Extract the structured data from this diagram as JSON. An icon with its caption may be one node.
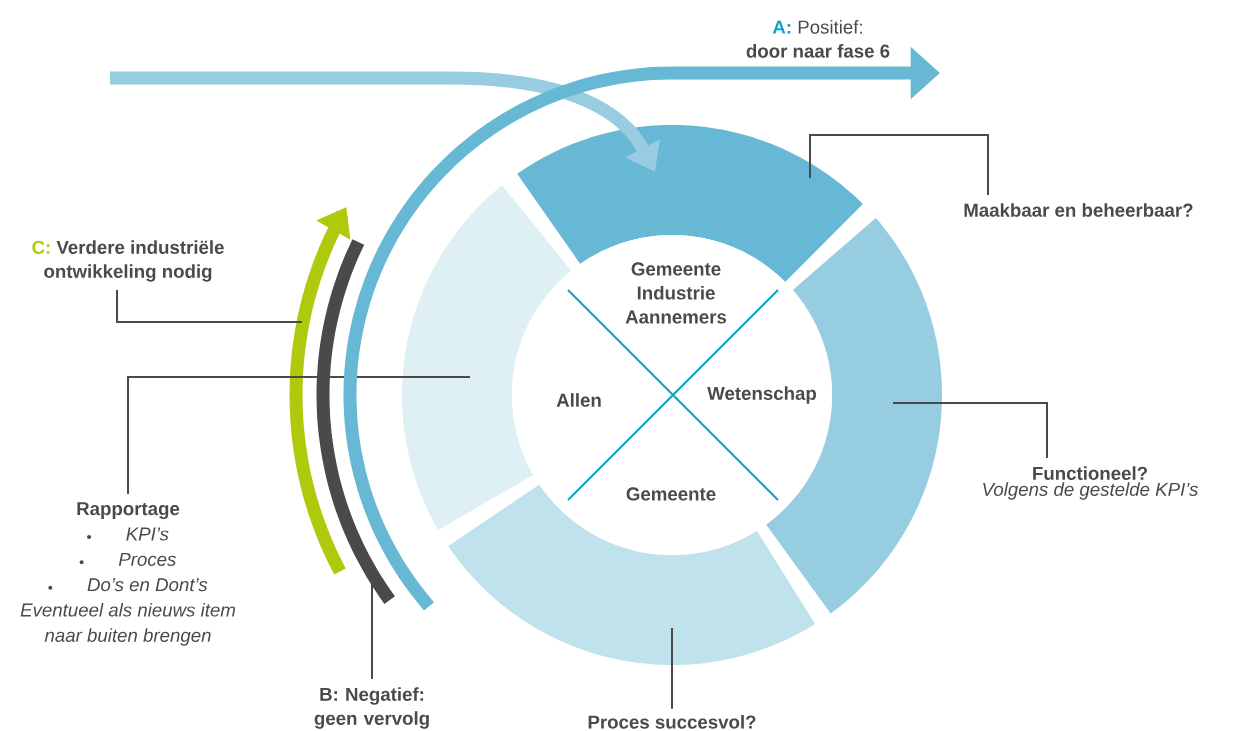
{
  "diagram": {
    "nodes": [
      {
        "text": [],
        "shape": "band"
      },
      {
        "text": [],
        "shape": "band"
      },
      {
        "text": [],
        "shape": "band"
      },
      {
        "text": [],
        "shape": "band"
      },
      {
        "text": [
          "Gemeente Industrie Aannemers",
          "Allen",
          "Wetenschap",
          "Gemeente"
        ]
      },
      {
        "text": [
          "Maakbaar en beheerbaar?"
        ]
      },
      {
        "text": [
          "Functioneel?",
          "Volgens de gestelde KPI’s"
        ]
      },
      {
        "text": [
          "Proces succesvol?"
        ]
      },
      {
        "text": [
          "Rapportage",
          "KPI’s",
          "Proces",
          "Do’s en Dont’s",
          "Eventueel als nieuws item naar buiten brengen"
        ]
      },
      {
        "text": [
          "C:",
          "Verdere industriële ontwikkeling nodig"
        ]
      },
      {
        "text": [
          "B: Negatief: geen vervolg"
        ]
      },
      {
        "text": [
          "A:",
          "Positief:",
          "door naar fase 6"
        ]
      },
      {
        "text": [],
        "shape": "arrow"
      },
      {
        "text": [],
        "shape": "arc"
      }
    ],
    "edges": [
      {
        "from": null,
        "to": 0,
        "arrow": "to",
        "style": "thick",
        "color": "#98cce0"
      },
      {
        "from": 5,
        "to": 0,
        "arrow": "none"
      },
      {
        "from": 6,
        "to": 1,
        "arrow": "none"
      },
      {
        "from": 7,
        "to": 2,
        "arrow": "none"
      },
      {
        "from": 8,
        "to": 3,
        "arrow": "none"
      },
      {
        "from": 9,
        "to": 12,
        "arrow": "none"
      },
      {
        "from": 10,
        "to": 13,
        "arrow": "none"
      },
      {
        "from": null,
        "to": 11,
        "arrow": "to",
        "style": "thick",
        "color": "#67b8d5"
      }
    ]
  }
}
